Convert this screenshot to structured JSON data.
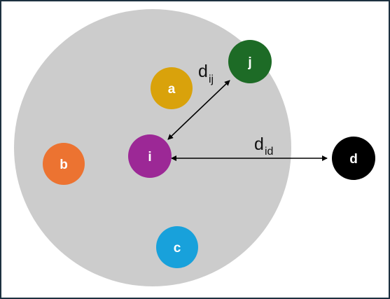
{
  "diagram": {
    "region_color": "#cccccc",
    "arrow_color": "#000000",
    "nodes": {
      "a": {
        "label": "a",
        "color": "#d9a20b"
      },
      "b": {
        "label": "b",
        "color": "#ec7331"
      },
      "c": {
        "label": "c",
        "color": "#18a1db"
      },
      "i": {
        "label": "i",
        "color": "#9c2896"
      },
      "j": {
        "label": "j",
        "color": "#1d6b26"
      },
      "d": {
        "label": "d",
        "color": "#000000"
      }
    },
    "distances": {
      "ij": {
        "main": "d",
        "sub": "ij"
      },
      "id": {
        "main": "d",
        "sub": "id"
      }
    }
  }
}
